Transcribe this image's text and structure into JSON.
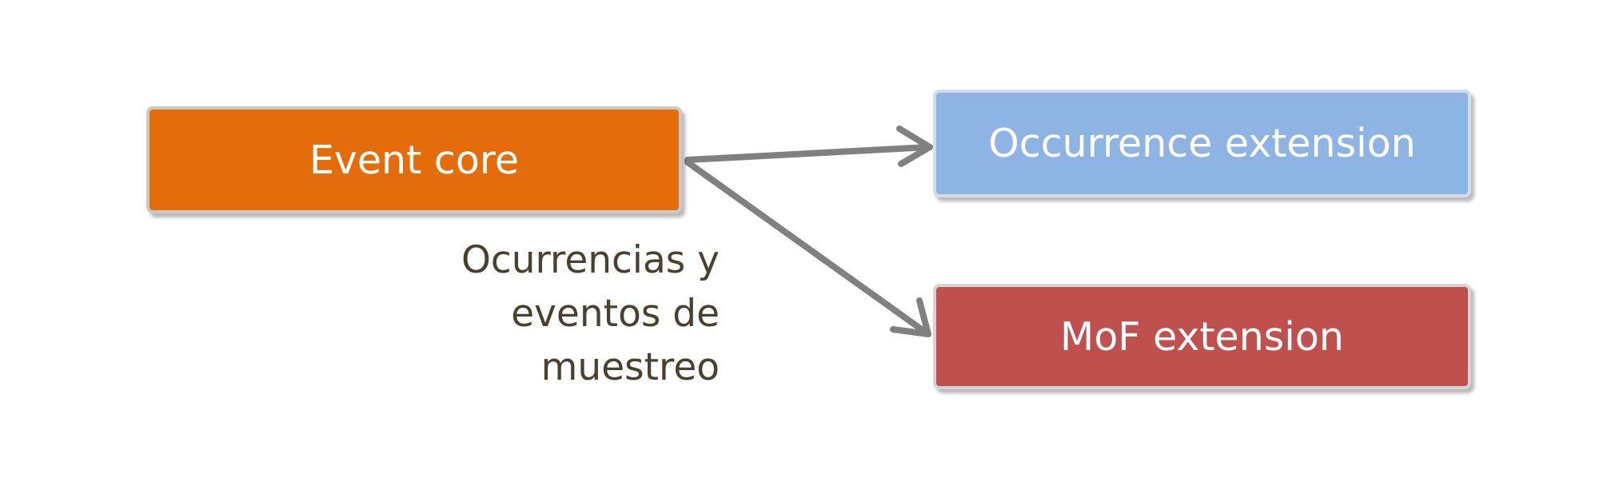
{
  "nodes": {
    "event_core": {
      "label": "Event core",
      "color": "#e46c0a"
    },
    "occurrence_extension": {
      "label": "Occurrence extension",
      "color": "#8eb4e3"
    },
    "mof_extension": {
      "label": "MoF extension",
      "color": "#c0504d"
    }
  },
  "edges": [
    {
      "from": "event_core",
      "to": "occurrence_extension"
    },
    {
      "from": "event_core",
      "to": "mof_extension"
    }
  ],
  "edge_color": "#808080",
  "caption": {
    "lines": [
      "Ocurrencias y",
      "eventos de",
      "muestreo"
    ]
  }
}
